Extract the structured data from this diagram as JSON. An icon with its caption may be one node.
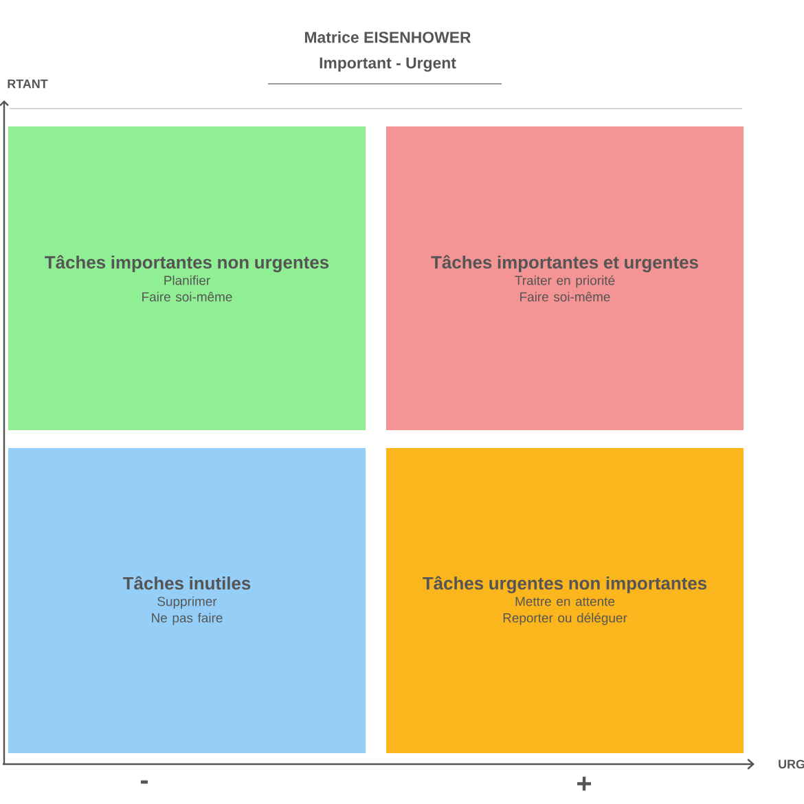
{
  "diagram": {
    "title": "Matrice EISENHOWER",
    "nodes": [
      {
        "text": [
          "Tâches importantes non urgentes",
          "Planifier",
          "Faire soi-même"
        ]
      },
      {
        "text": [
          "Tâches importantes et urgentes",
          "Traiter en priorité",
          "Faire soi-même"
        ]
      },
      {
        "text": [
          "Tâches inutiles",
          "Supprimer",
          "Ne pas faire"
        ]
      },
      {
        "text": [
          "Tâches urgentes non importantes",
          "Mettre en attente",
          "Reporter ou déléguer"
        ]
      }
    ],
    "labels": [
      "Important - Urgent",
      "RTANT",
      "URG",
      "-",
      "+"
    ]
  }
}
